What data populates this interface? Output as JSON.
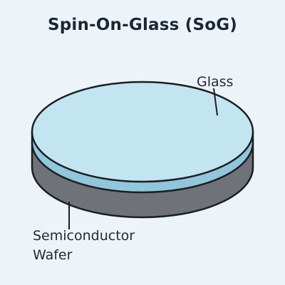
{
  "title": "Spin-On-Glass (SoG)",
  "labels": {
    "glass": "Glass",
    "wafer_line1": "Semiconductor",
    "wafer_line2": "Wafer"
  },
  "colors": {
    "background": "#edf4f9",
    "glass_top": "#c3e4f1",
    "glass_side": "#92c6da",
    "wafer_side": "#6f7278",
    "outline": "#1b1f24"
  }
}
